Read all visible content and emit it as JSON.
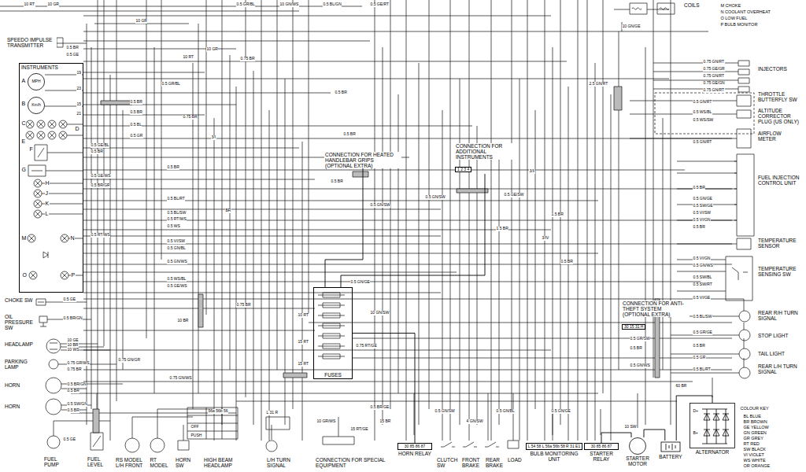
{
  "diagram": {
    "nodes": [
      {
        "text": [
          "SPEEDO IMPULSE TRANSMITTER"
        ]
      },
      {
        "text": [
          "INSTRUMENTS"
        ]
      },
      {
        "text": [
          "MPH"
        ],
        "in": 1
      },
      {
        "text": [
          "Km/h"
        ],
        "in": 1
      },
      {
        "text": [
          "CHOKE SW"
        ]
      },
      {
        "text": [
          "OIL PRESSURE SW"
        ]
      },
      {
        "text": [
          "HEADLAMP"
        ]
      },
      {
        "text": [
          "PARKING LAMP"
        ]
      },
      {
        "text": [
          "HORN"
        ]
      },
      {
        "text": [
          "HORN"
        ]
      },
      {
        "text": [
          "FUEL PUMP"
        ]
      },
      {
        "text": [
          "FUEL LEVEL"
        ]
      },
      {
        "text": [
          "RS MODEL L/H FRONT"
        ]
      },
      {
        "text": [
          "HORN SW"
        ]
      },
      {
        "text": [
          "HIGH BEAM HEADLAMP"
        ]
      },
      {
        "text": [
          "L/H TURN SIGNAL"
        ]
      },
      {
        "text": [
          "CONNECTION FOR SPECIAL EQUIPMENT"
        ]
      },
      {
        "text": [
          "30 85 86 87",
          "HORN RELAY"
        ]
      },
      {
        "text": [
          "CLUTCH SW"
        ]
      },
      {
        "text": [
          "FRONT BRAKE"
        ]
      },
      {
        "text": [
          "REAR BRAKE"
        ]
      },
      {
        "text": [
          "LOAD"
        ]
      },
      {
        "text": [
          "L 54 58 L 56a 56b 58 R 31 E1",
          "BULB MONITORING UNIT"
        ]
      },
      {
        "text": [
          "30 85 86 87",
          "STARTER RELAY"
        ]
      },
      {
        "text": [
          "STARTER MOTOR"
        ]
      },
      {
        "text": [
          "BATTERY"
        ]
      },
      {
        "text": [
          "ALTERNATOR"
        ]
      },
      {
        "text": [
          "COILS"
        ]
      },
      {
        "text": [
          "INJECTORS"
        ]
      },
      {
        "text": [
          "THROTTLE BUTTERFLY SW"
        ]
      },
      {
        "text": [
          "ALTITUDE CORRECTOR PLUG (US ONLY)"
        ]
      },
      {
        "text": [
          "AIRFLOW METER"
        ]
      },
      {
        "text": [
          "FUEL INJECTION CONTROL UNIT"
        ]
      },
      {
        "text": [
          "TEMPERATURE SENSOR"
        ]
      },
      {
        "text": [
          "TEMPERATURE SENSING SW"
        ]
      },
      {
        "text": [
          "REAR R/H TURN SIGNAL"
        ]
      },
      {
        "text": [
          "STOP LIGHT"
        ]
      },
      {
        "text": [
          "TAIL LIGHT"
        ]
      },
      {
        "text": [
          "REAR L/H TURN SIGNAL"
        ]
      },
      {
        "text": [
          "CONNECTION FOR HEATED HANDLEBAR GRIPS (OPTIONAL EXTRA)"
        ]
      },
      {
        "text": [
          "CONNECTION FOR ADDITIONAL INSTRUMENTS",
          "1 2 3 4"
        ]
      },
      {
        "text": [
          "FUSES"
        ]
      },
      {
        "text": [
          "CONNECTION FOR ANTI-THEFT SYSTEM (OPTIONAL EXTRA)",
          "30 15 31 H"
        ]
      }
    ],
    "edges": [
      {
        "from": 41,
        "to": 17,
        "arrow": "none"
      },
      {
        "from": 25,
        "to": 24,
        "arrow": "none"
      },
      {
        "from": 26,
        "to": 25,
        "arrow": "none"
      },
      {
        "from": 23,
        "to": 24,
        "arrow": "none"
      },
      {
        "from": 40,
        "to": 41,
        "arrow": "none"
      },
      {
        "from": 39,
        "to": 41,
        "arrow": "none"
      }
    ],
    "labels": [
      "A",
      "B",
      "C",
      "D",
      "E",
      "F",
      "G",
      "H",
      "J",
      "K",
      "L",
      "M",
      "N",
      "O",
      "P",
      "19",
      "23",
      "15",
      "21",
      "10 RT",
      "10 GR",
      "0.5 GR/BL",
      "10 GN/WS",
      "0.5 BL/GN",
      "0.5 GE/RT",
      "2.5 GN/RT",
      "M CHOKE",
      "N COOLANT OVERHEAT",
      "O LOW FUEL",
      "P BULB MONITOR",
      "10 GN/GE",
      "10 GR",
      "10 GR",
      "10 RT",
      "0.5 BR",
      "0.5 GE",
      "0.5 GR/BL",
      "0.5 BR",
      "0.5 BR",
      "0.5 BL",
      "0.5 GR",
      "0.75 BR",
      "0.5 GE/BL",
      "0.5 BR",
      "0.5 GE/WS",
      "0.5 BR/GR",
      "0.5 RT/WS",
      "0.5 BL/RT",
      "0.5 BL/SW",
      "0.5 RT/WS",
      "0.5 WS",
      "0.5 VI/SW",
      "0.5 GN/BL",
      "0.5 GN/WS",
      "0.5 WS/BL",
      "0.5 GE/WS",
      "0.5 BR",
      "3/I",
      "BR",
      "0.75 BR",
      "0.5 BR",
      "0.5 BR",
      "0.5 BR",
      "0.5 GN/SW",
      "3/II",
      "3/IV",
      "0.5 GN/SW",
      "0.5 GE/SW",
      "1.5 BR",
      "1.5 BR",
      "0.5 BR",
      "0.75 GN/RT",
      "0.75 GE/GR",
      "0.75 GN/RT",
      "0.75 GE/GN",
      "0.75 GN/RT",
      "0.5 GN/RT",
      "0.5 WS/BL",
      "0.5 WS/SW",
      "0.5 GN/RT",
      "0.5 BR",
      "0.5 GN/GE",
      "0.5 SW/GE",
      "0.5 VI/SW",
      "0.5 VI/GN",
      "0.5 BR",
      "0.5 VI/GN",
      "0.5 GN/WS",
      "0.5 SW/BL",
      "0.5 SW/RT",
      "0.5 VI/GE",
      "0.5 BL/SW",
      "0.5 GR/GE",
      "0.5 BR",
      "0.5 GR",
      "0.5 BL/RT",
      "0.5 GR/SW",
      "0.5 BR",
      "0.5 GN/WS",
      "60 BR",
      "10 RT",
      "15 RT",
      "15 RT",
      "0.75 RT/GE",
      "10 GN/SW",
      "0.5 GN/GE",
      "10 GR/WS",
      "15 RT/GE",
      "15 BR",
      "0.5 BR/GE",
      "0.5 GN/SW",
      "4 GN/SW",
      "0.5 GN/BL",
      "0.5 GN/GE",
      "10 SW",
      "0.75 GN/WS",
      "0.75 GN/GR",
      "0.5 GE",
      "0.5 BR/GN",
      "10 GE",
      "10 BR",
      "10 WS",
      "0.75 GR/WS",
      "0.75 BR",
      "0.5 BR/GN",
      "0.5 BR",
      "0.5 SW/GN",
      "0.5 BR",
      "0.5 GE",
      "10 BR",
      "0.75 BR",
      "OFF",
      "PUSH",
      "56a 56b 56",
      "L 31 R",
      "RT MODEL",
      "D+",
      "B+",
      "COLOUR KEY",
      "BL BLUE",
      "BR BROWN",
      "GE YELLOW",
      "GN GREEN",
      "GR GREY",
      "RT RED",
      "SW BLACK",
      "VI VIOLET",
      "WS WHITE",
      "OR ORANGE"
    ]
  }
}
